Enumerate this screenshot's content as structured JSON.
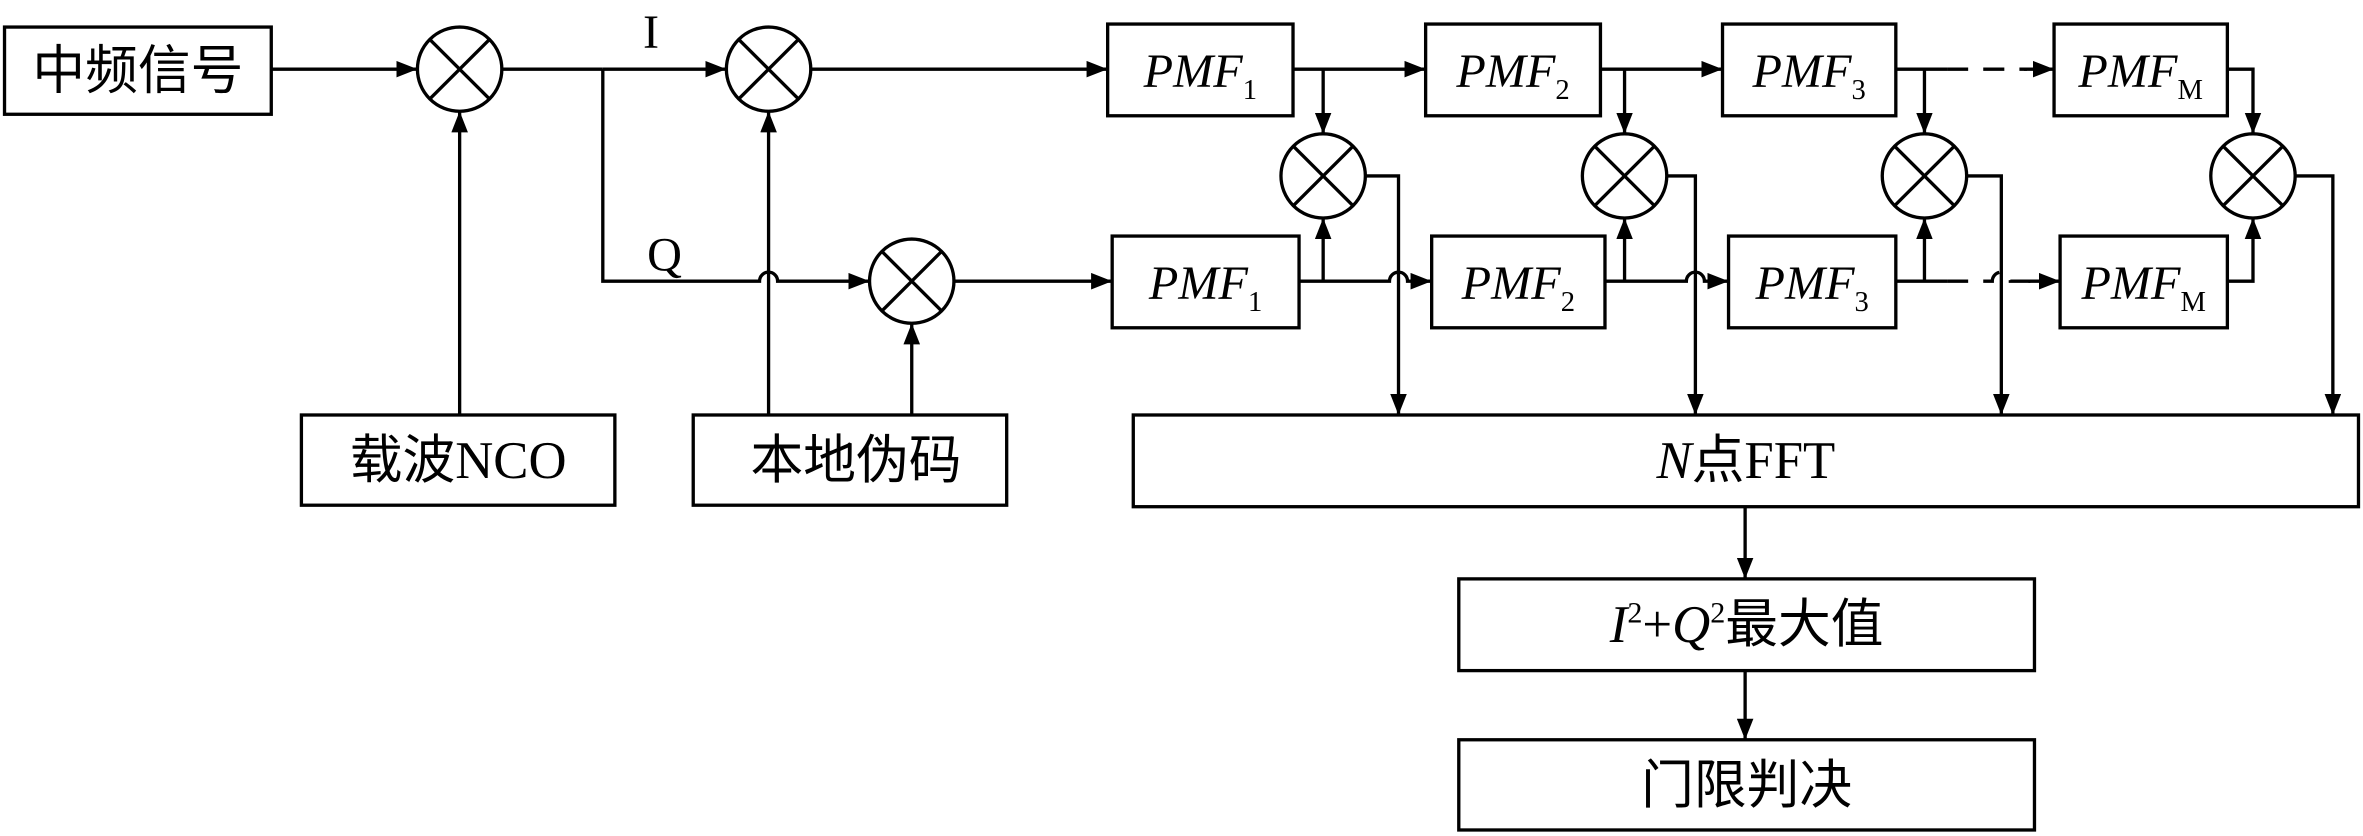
{
  "blocks": {
    "if_signal": "中频信号",
    "carrier_nco": "载波NCO",
    "local_code": "本地伪码",
    "fft": {
      "n": "N",
      "label": "点FFT"
    },
    "max_value": {
      "i": "I",
      "i_exp": "2",
      "plus": "+",
      "q": "Q",
      "q_exp": "2",
      "label": "最大值"
    },
    "threshold": "门限判决"
  },
  "branch_labels": {
    "i": "I",
    "q": "Q"
  },
  "pmf": {
    "top": [
      {
        "name": "PMF",
        "sub": "1"
      },
      {
        "name": "PMF",
        "sub": "2"
      },
      {
        "name": "PMF",
        "sub": "3"
      },
      {
        "name": "PMF",
        "sub": "M"
      }
    ],
    "bottom": [
      {
        "name": "PMF",
        "sub": "1"
      },
      {
        "name": "PMF",
        "sub": "2"
      },
      {
        "name": "PMF",
        "sub": "3"
      },
      {
        "name": "PMF",
        "sub": "M"
      }
    ]
  },
  "icons": {
    "multiplier": "circled-times-icon",
    "arrow": "arrowhead-icon",
    "crossing": "line-hop-icon"
  },
  "colors": {
    "line": "#000000",
    "background": "#ffffff"
  }
}
